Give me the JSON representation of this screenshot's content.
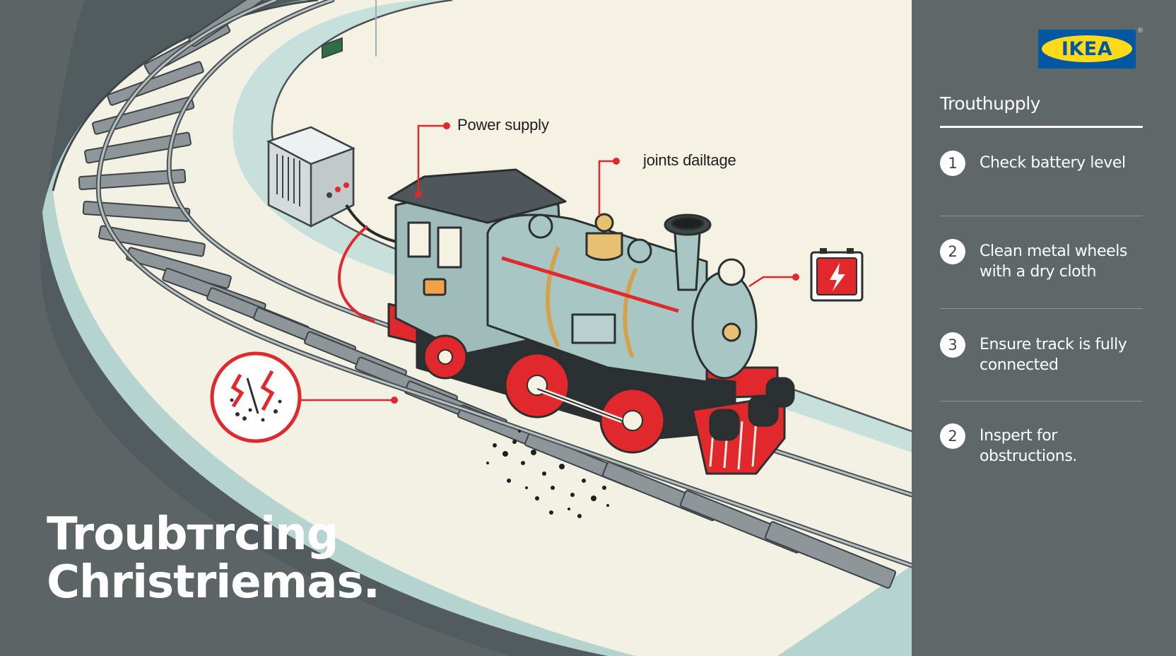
{
  "title": {
    "line1": "Troubтrcing",
    "line2": "Christriemas."
  },
  "callouts": {
    "power_supply": "Power supply",
    "joints": "joints ɗailtage"
  },
  "brand": {
    "logo_text": "IKEA",
    "registered_mark": "®",
    "colors": {
      "blue": "#0058a3",
      "yellow": "#ffda1a",
      "accent_red": "#e0282d"
    }
  },
  "panel": {
    "heading": "Trouthupply",
    "steps": [
      {
        "num": "1",
        "text": "Check battery level"
      },
      {
        "num": "2",
        "text": "Clean metal wheels with a dry cloth"
      },
      {
        "num": "3",
        "text": "Ensure track is fully connected"
      },
      {
        "num": "2",
        "text": "Inspert for obstructions."
      }
    ]
  },
  "icons": [
    "power-supply-box-icon",
    "battery-warning-icon",
    "broken-track-warning-icon",
    "toy-train-icon",
    "track-debris-icon"
  ]
}
